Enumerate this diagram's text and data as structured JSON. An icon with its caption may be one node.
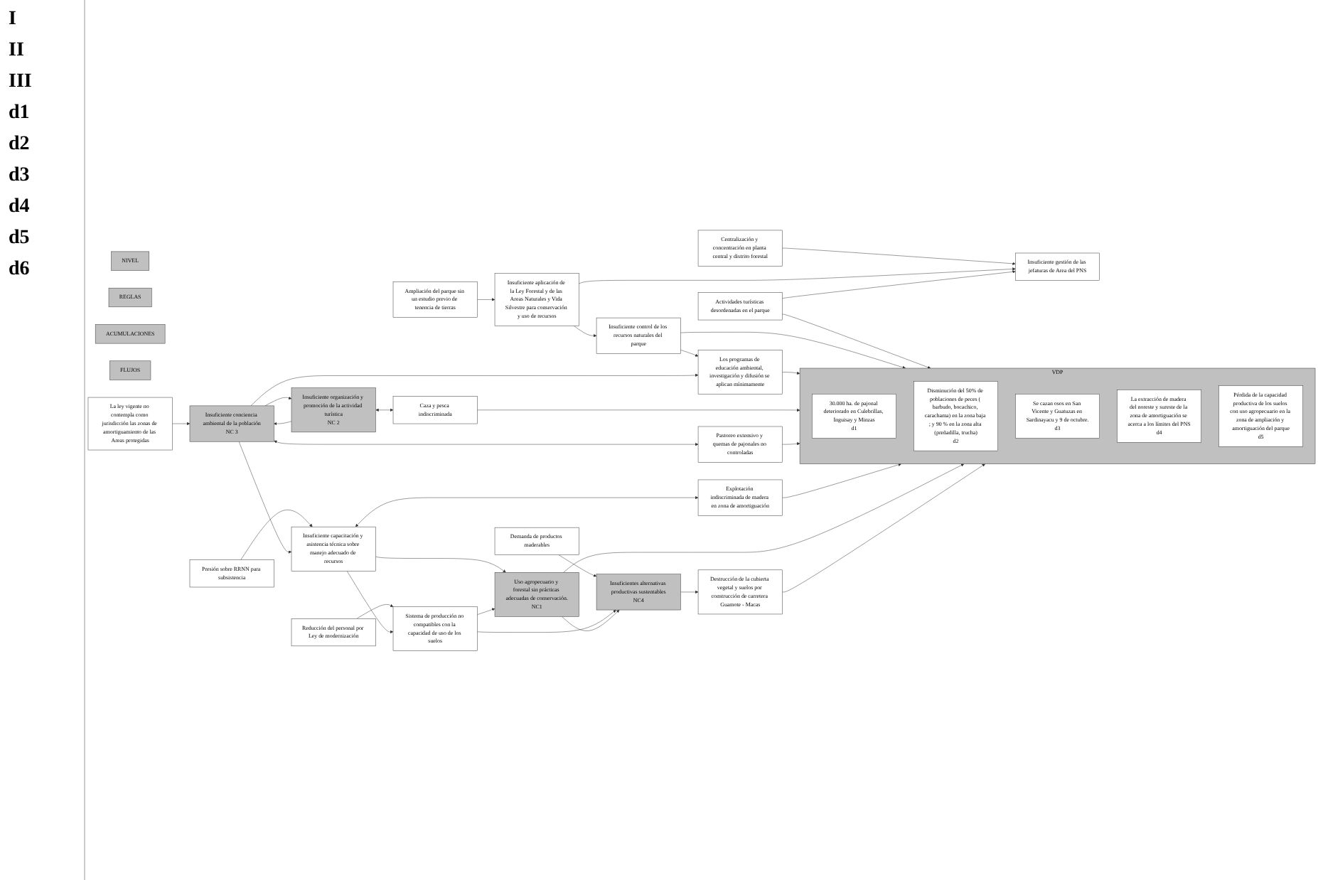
{
  "diagram": {
    "nodes": [
      {
        "text": [
          "NIVEL"
        ]
      },
      {
        "text": [
          "REGLAS"
        ]
      },
      {
        "text": [
          "ACUMULACIONES"
        ]
      },
      {
        "text": [
          "FLUJOS"
        ]
      },
      {
        "text": [
          "VDP"
        ]
      },
      {
        "text": [
          "Centralización y concentración en planta central y distrito forestal"
        ]
      },
      {
        "text": [
          "Ampliación del parque sin un estudio previo de tenencia de tierras"
        ]
      },
      {
        "text": [
          "La ley vigente no contempla como jurisdicción las zonas de amortiguamiento de las Areas protegidas"
        ]
      },
      {
        "text": [
          "Presión sobre RRNN para subsistencia"
        ]
      },
      {
        "text": [
          "Reducción del personal por Ley de modernización"
        ]
      },
      {
        "text": [
          "Demanda de productos maderables"
        ]
      },
      {
        "text": [
          "Insuficiente gestión de las jefaturas de Area del PNS"
        ]
      },
      {
        "text": [
          "Insuficiente aplicación de la Ley Forestal y de las Areas Naturales y Vida Silvestre para conservación y uso de recursos"
        ]
      },
      {
        "text": [
          "Insuficiente organización y promoción de la actividad turística",
          "NC 2"
        ]
      },
      {
        "text": [
          "Insuficiente conciencia ambiental de la población",
          "NC 3"
        ]
      },
      {
        "text": [
          "Insuficiente capacitación y asistencia técnica sobre manejo adecuado de recursos"
        ]
      },
      {
        "text": [
          "Sistema de producción no compatibles con la capacidad de uso de los suelos"
        ]
      },
      {
        "text": [
          "Insuficientes alternativas productivas sustentables",
          "NC4"
        ]
      },
      {
        "text": [
          "Actividades turísticas desordenadas en el parque"
        ]
      },
      {
        "text": [
          "Insuficiente control de los recursos naturales del parque"
        ]
      },
      {
        "text": [
          "Los programas de educación ambiental, investigación y difusión se aplican mínimamente"
        ]
      },
      {
        "text": [
          "Caza y pesca indiscriminada"
        ]
      },
      {
        "text": [
          "Pastoreo extensivo y quemas de pajonales no controladas"
        ]
      },
      {
        "text": [
          "Explotación indiscriminada de madera en zona de amortiguación"
        ]
      },
      {
        "text": [
          "Uso agropecuario y forestal sin prácticas adecuadas de conservación.",
          "NC1"
        ]
      },
      {
        "text": [
          "Destrucción de la cubierta vegetal y suelos por construcción de carretera Guamote - Macas"
        ]
      },
      {
        "text": [
          "30.000 ha. de pajonal deteriorado en Culebrillas, Inguisay y Minzas",
          "d1"
        ],
        "in": 4
      },
      {
        "text": [
          "Disminución del 50% de poblaciones de peces ( barbudo, bocachico, carachama) en la zona baja ; y 90 % en la zona alta (preñadilla, trucha)",
          "d2"
        ],
        "in": 4
      },
      {
        "text": [
          "Se cazan osos en San Vicente y Guatuzas en Sardinayacu y 9 de octubre.",
          "d3"
        ],
        "in": 4
      },
      {
        "text": [
          "La extracción de madera del noreste y sureste de la zona de amortiguación se acerca a los límites del PNS",
          "d4"
        ],
        "in": 4
      },
      {
        "text": [
          "Pérdida de la capacidad productiva de los suelos con uso agropecuario en la zona de ampliación y amortiguación del parque",
          "d5"
        ],
        "in": 4
      }
    ],
    "edges": [
      {
        "from": 5,
        "to": 11,
        "arrow": "to"
      },
      {
        "from": 6,
        "to": 12,
        "arrow": "to"
      },
      {
        "from": 7,
        "to": 14,
        "arrow": "to"
      },
      {
        "from": 8,
        "to": 15,
        "arrow": "to"
      },
      {
        "from": 9,
        "to": 16,
        "arrow": "to"
      },
      {
        "from": 10,
        "to": 17,
        "arrow": "to"
      },
      {
        "from": 12,
        "to": 11,
        "arrow": "to"
      },
      {
        "from": 13,
        "to": 14,
        "arrow": "to"
      },
      {
        "from": 14,
        "to": 13,
        "arrow": "to"
      },
      {
        "from": 14,
        "to": 15,
        "arrow": "to"
      },
      {
        "from": 15,
        "to": 16,
        "arrow": "to"
      },
      {
        "from": 16,
        "to": 17,
        "arrow": "to"
      },
      {
        "from": 18,
        "to": 11,
        "arrow": "to"
      },
      {
        "from": 12,
        "to": 19,
        "arrow": "to"
      },
      {
        "from": 19,
        "to": 20,
        "arrow": "to"
      },
      {
        "from": 13,
        "to": 21,
        "arrow": "both"
      },
      {
        "from": 14,
        "to": 22,
        "arrow": "both"
      },
      {
        "from": 15,
        "to": 23,
        "arrow": "both"
      },
      {
        "from": 14,
        "to": 20,
        "arrow": "to"
      },
      {
        "from": 15,
        "to": 24,
        "arrow": "to"
      },
      {
        "from": 16,
        "to": 24,
        "arrow": "to"
      },
      {
        "from": 24,
        "to": 17,
        "arrow": "to"
      },
      {
        "from": 17,
        "to": 25,
        "arrow": "to"
      },
      {
        "from": 18,
        "to": 4,
        "arrow": "to"
      },
      {
        "from": 19,
        "to": 4,
        "arrow": "to"
      },
      {
        "from": 20,
        "to": 4,
        "arrow": "to"
      },
      {
        "from": 21,
        "to": 4,
        "arrow": "to"
      },
      {
        "from": 22,
        "to": 4,
        "arrow": "to"
      },
      {
        "from": 23,
        "to": 4,
        "arrow": "to"
      },
      {
        "from": 24,
        "to": 4,
        "arrow": "to"
      },
      {
        "from": 25,
        "to": 4,
        "arrow": "to"
      }
    ],
    "labels": [
      "I",
      "II",
      "III",
      "d1",
      "d2",
      "d3",
      "d4",
      "d5",
      "d6"
    ]
  }
}
